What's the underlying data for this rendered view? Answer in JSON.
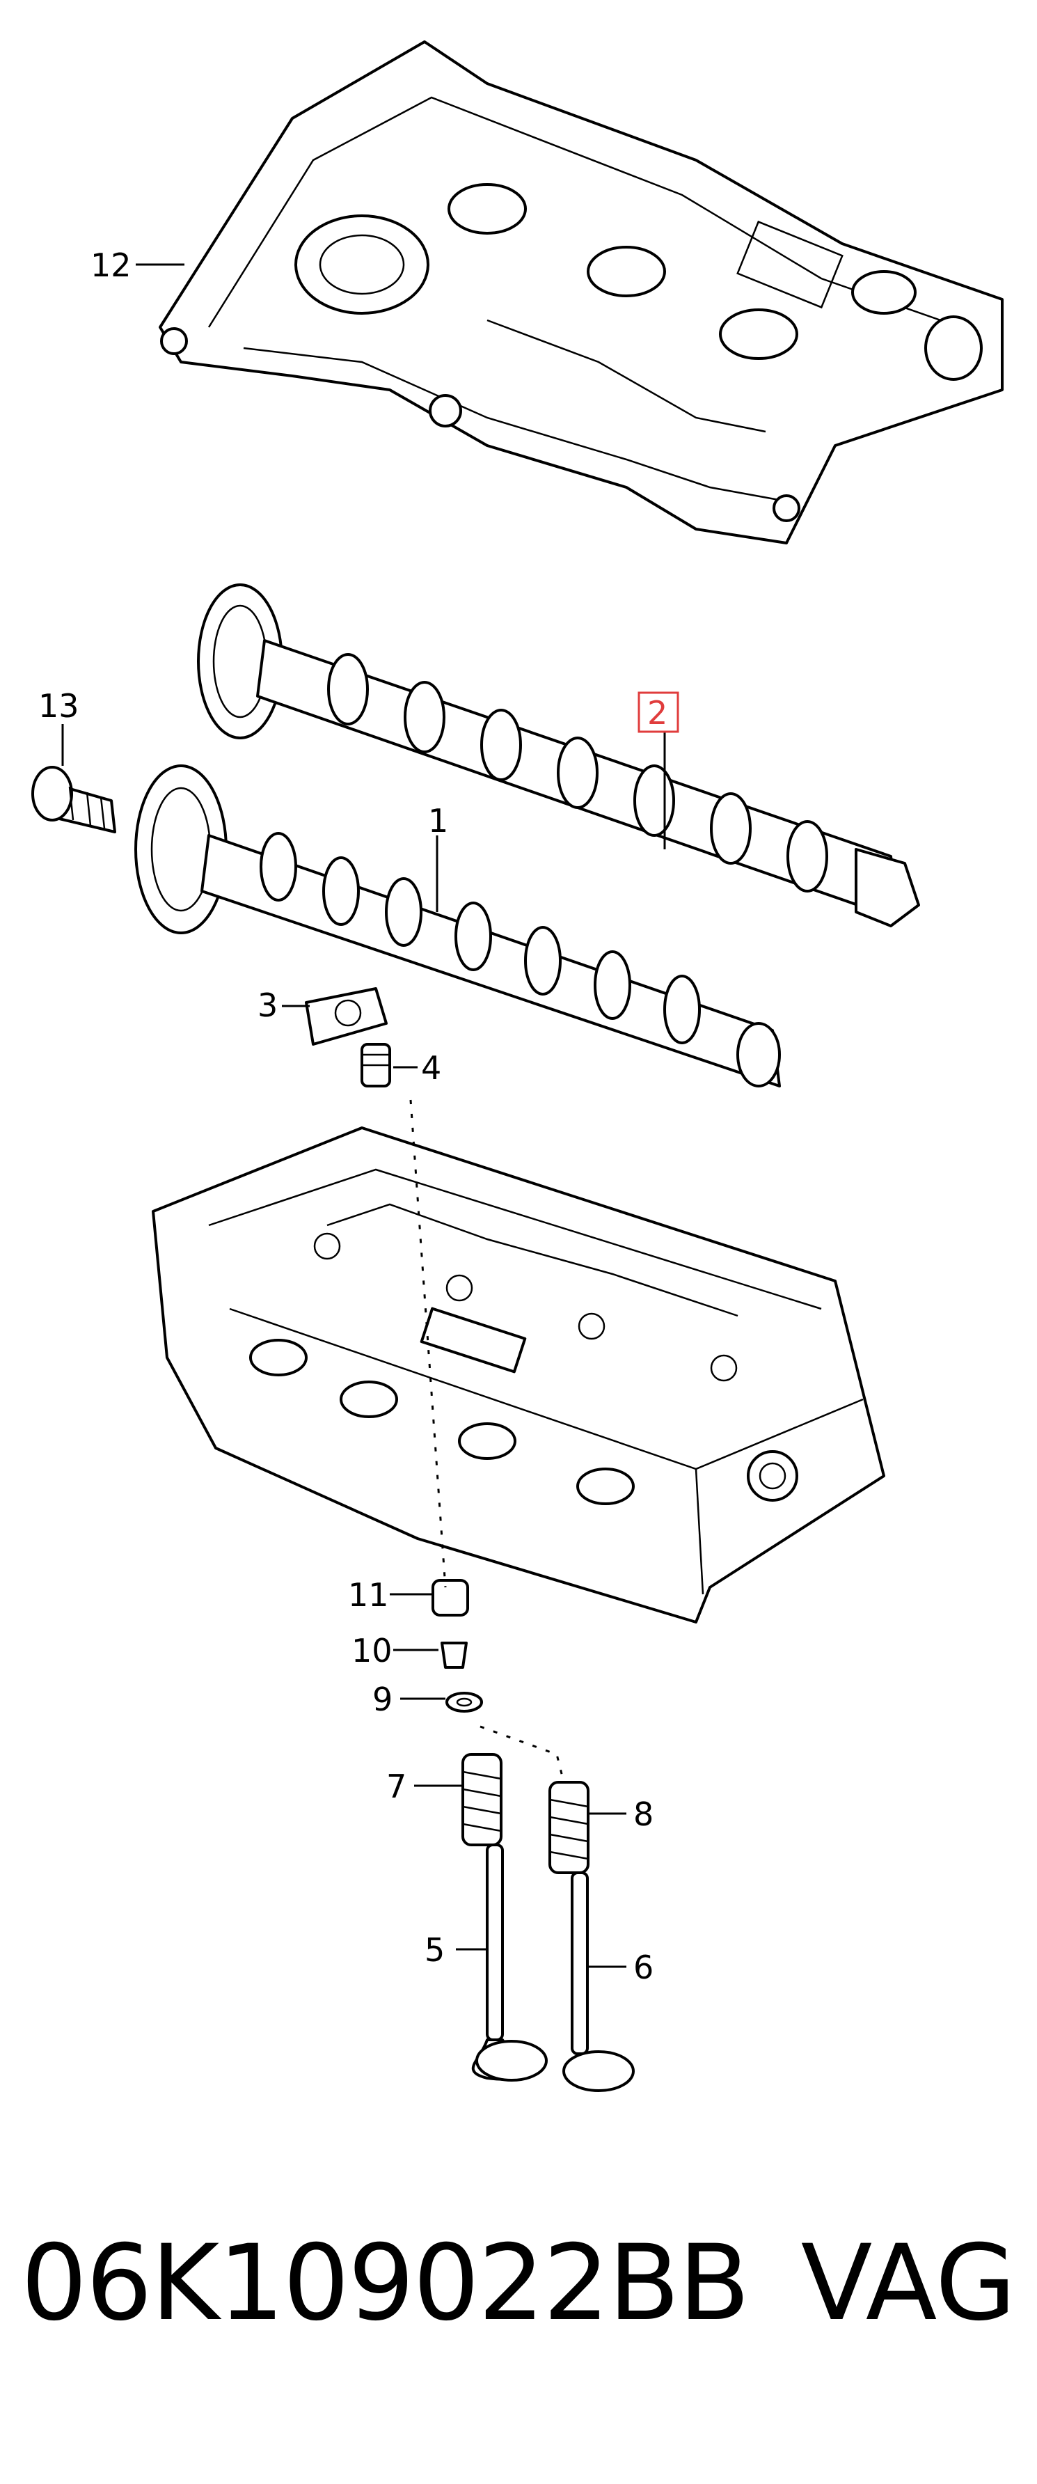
{
  "diagram": {
    "callouts": [
      {
        "id": "c12",
        "label": "12",
        "highlighted": false
      },
      {
        "id": "c13",
        "label": "13",
        "highlighted": false
      },
      {
        "id": "c2",
        "label": "2",
        "highlighted": true
      },
      {
        "id": "c1",
        "label": "1",
        "highlighted": false
      },
      {
        "id": "c3",
        "label": "3",
        "highlighted": false
      },
      {
        "id": "c4",
        "label": "4",
        "highlighted": false
      },
      {
        "id": "c11",
        "label": "11",
        "highlighted": false
      },
      {
        "id": "c10",
        "label": "10",
        "highlighted": false
      },
      {
        "id": "c9",
        "label": "9",
        "highlighted": false
      },
      {
        "id": "c7",
        "label": "7",
        "highlighted": false
      },
      {
        "id": "c8",
        "label": "8",
        "highlighted": false
      },
      {
        "id": "c5",
        "label": "5",
        "highlighted": false
      },
      {
        "id": "c6",
        "label": "6",
        "highlighted": false
      }
    ],
    "highlight_color": "#e03c3c"
  },
  "footer": {
    "part_number": "06K109022BB",
    "brand": "VAG"
  }
}
